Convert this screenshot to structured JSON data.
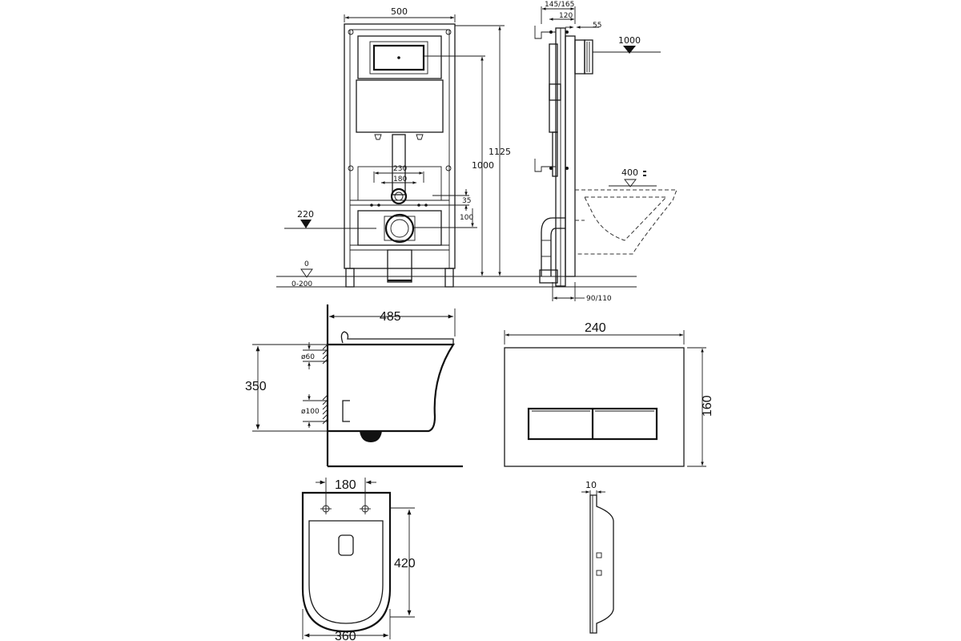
{
  "frame_front": {
    "width": "500",
    "height_total": "1125",
    "height_actuator": "1000",
    "outlet_230": "230",
    "outlet_180": "180",
    "offset_35": "35",
    "offset_100": "100",
    "level_220": "220",
    "level_0": "0",
    "floor_range": "0-200"
  },
  "frame_side": {
    "depth_145_165": "145/165",
    "depth_120": "120",
    "depth_55": "55",
    "level_1000": "1000",
    "level_400": "400",
    "pipe_90_110": "90/110"
  },
  "bowl_side": {
    "length": "485",
    "height": "350",
    "pipe_60": "ø60",
    "pipe_100": "ø100"
  },
  "flush_plate": {
    "width": "240",
    "height": "160",
    "thickness": "10"
  },
  "bowl_top": {
    "bolt_spacing": "180",
    "depth": "420",
    "width": "360"
  }
}
